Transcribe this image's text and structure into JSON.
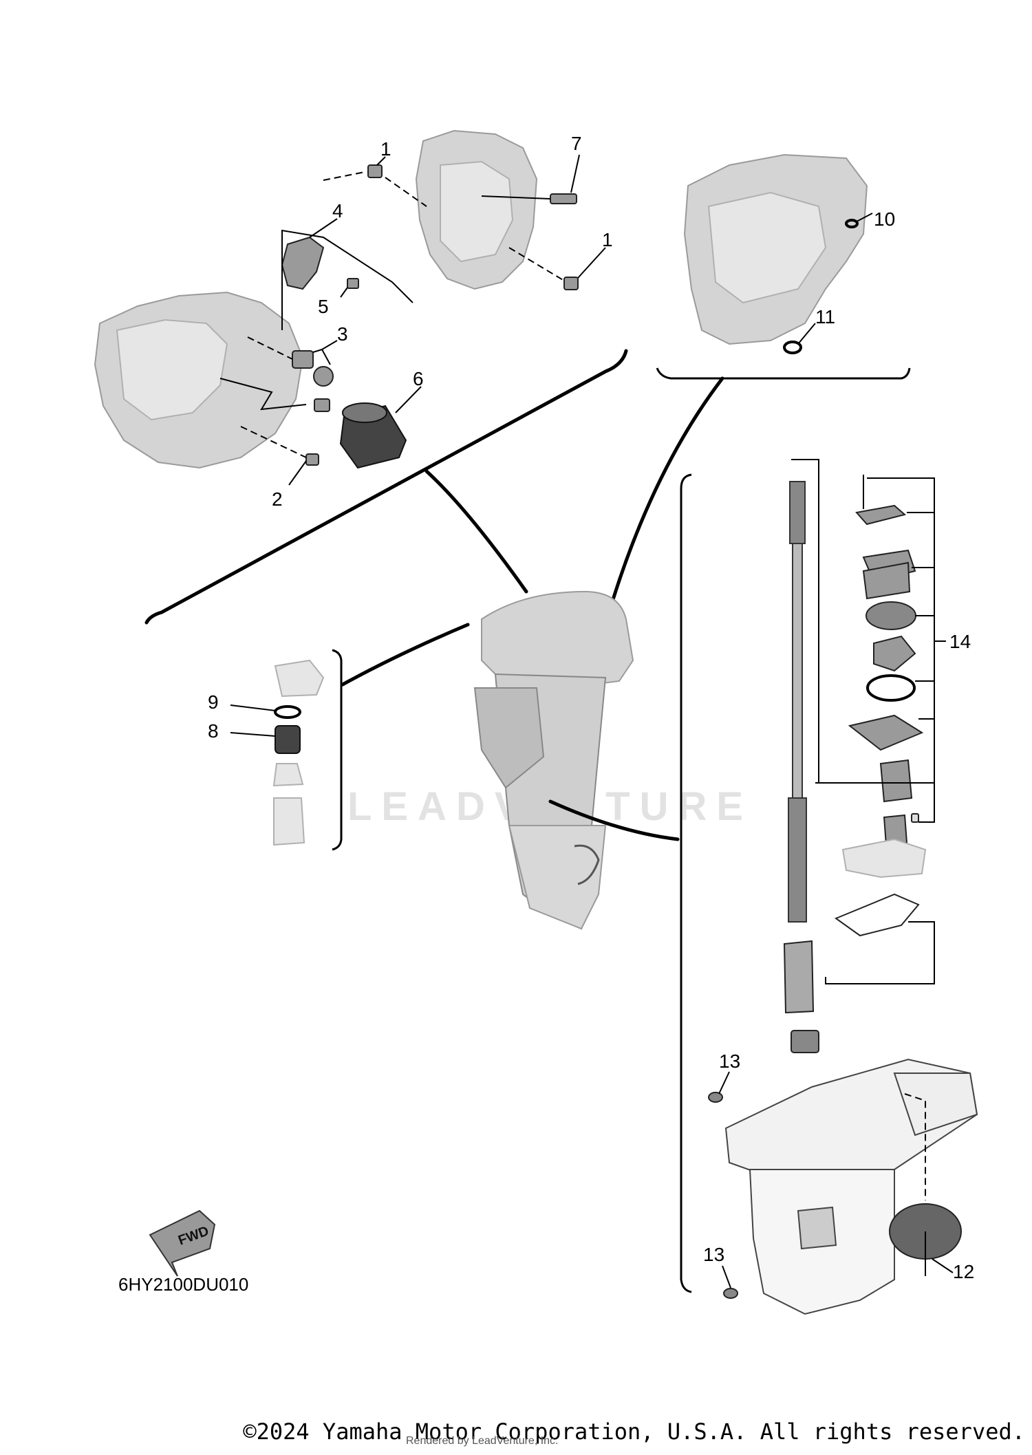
{
  "diagram": {
    "drawing_code": "6HY2100DU010",
    "watermark": "LEADVENTURE",
    "fwd_label": "FWD",
    "callouts": {
      "c1a": "1",
      "c1b": "1",
      "c2": "2",
      "c3": "3",
      "c4": "4",
      "c5": "5",
      "c6": "6",
      "c7": "7",
      "c8": "8",
      "c9": "9",
      "c10": "10",
      "c11": "11",
      "c12": "12",
      "c13a": "13",
      "c13b": "13",
      "c14": "14"
    }
  },
  "footer": {
    "copyright": "©2024 Yamaha Motor Corporation, U.S.A. All rights reserved.",
    "rendered_by": "Rendered by LeadVenture, Inc."
  }
}
